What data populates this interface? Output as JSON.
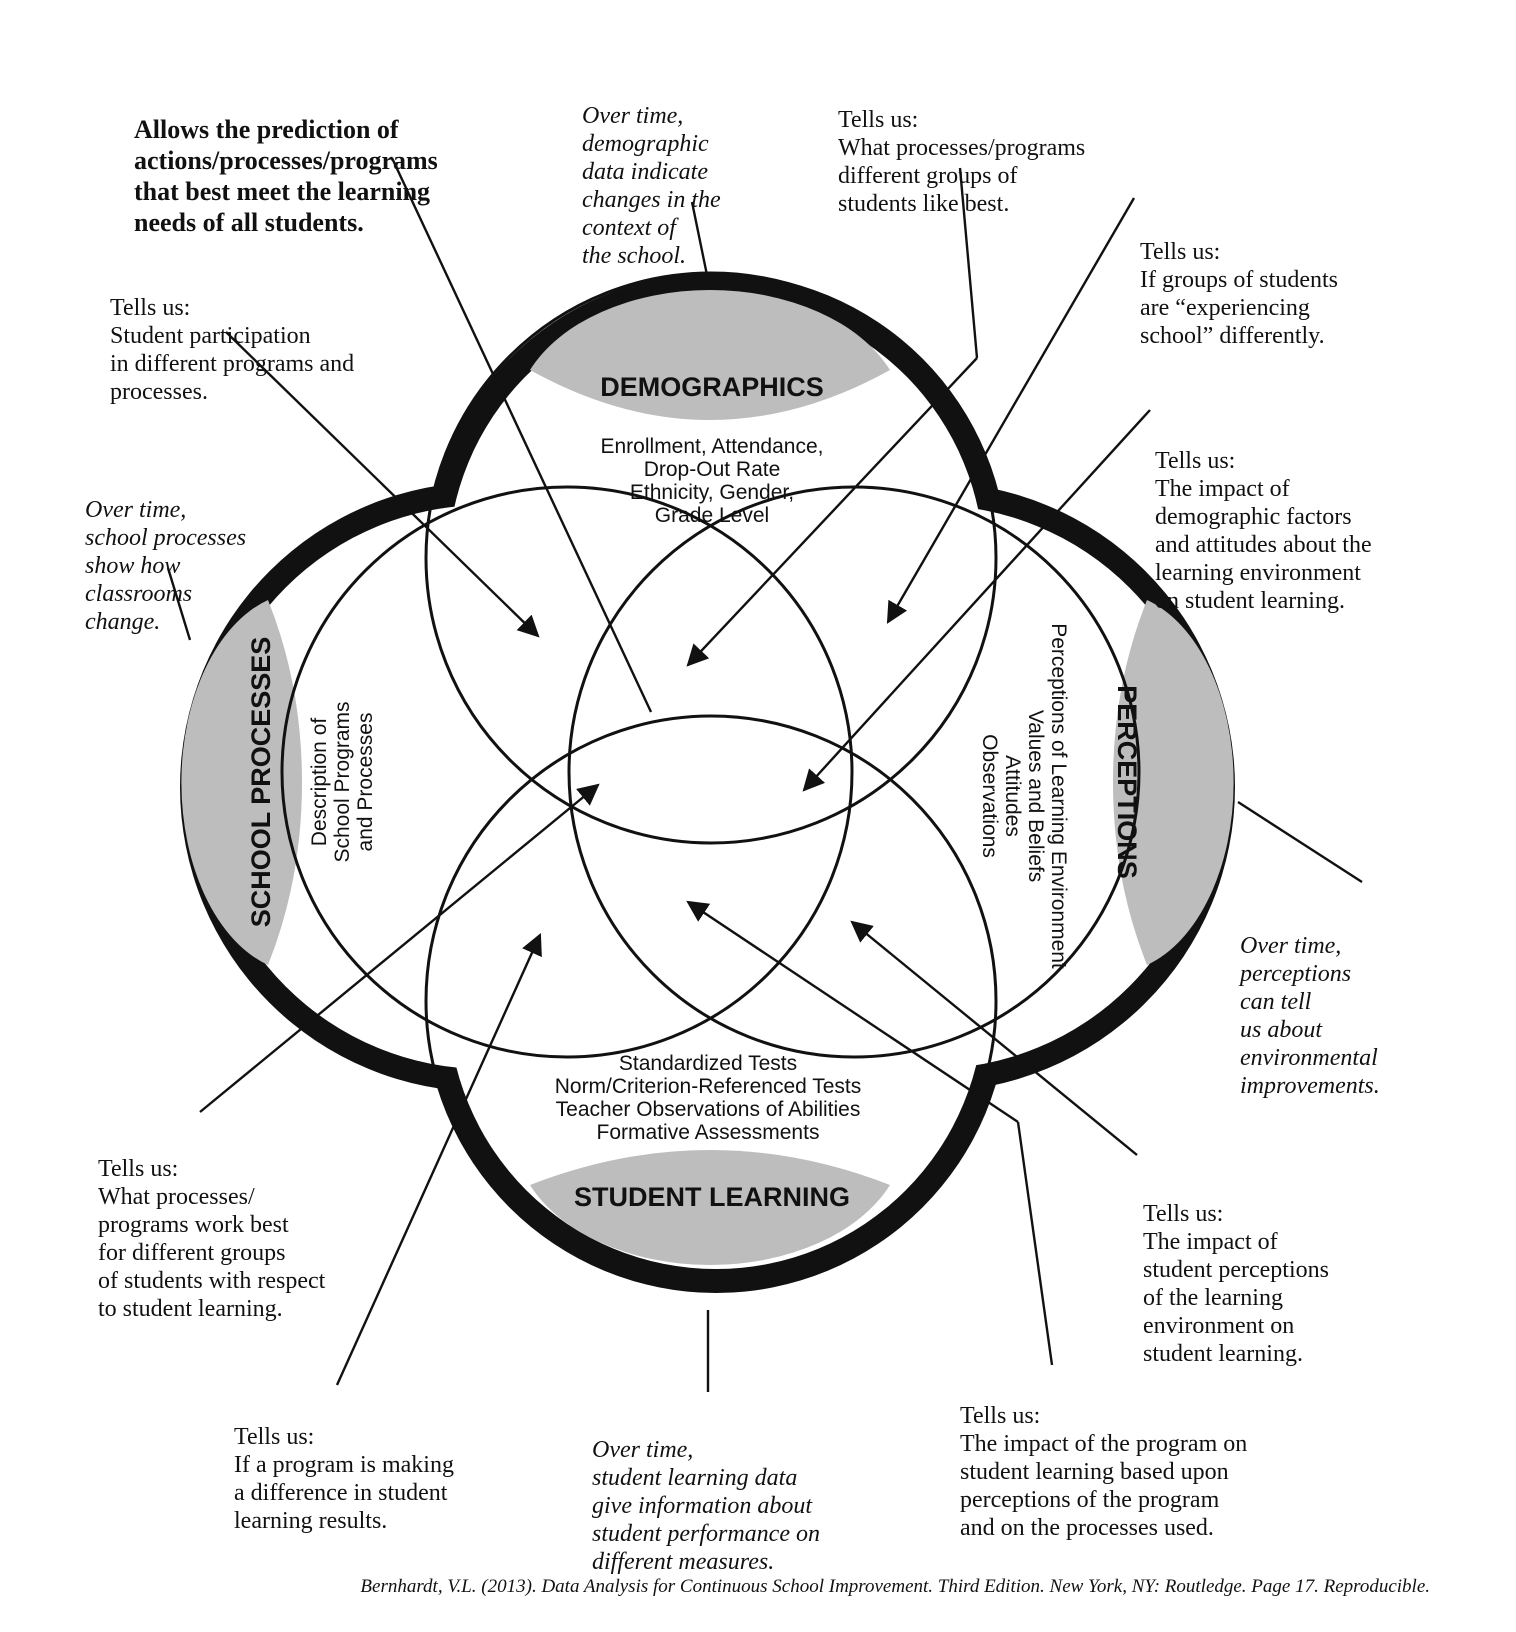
{
  "circles": {
    "demographics": {
      "title": "DEMOGRAPHICS",
      "items": [
        "Enrollment, Attendance,",
        "Drop-Out Rate",
        "Ethnicity, Gender,",
        "Grade Level"
      ]
    },
    "perceptions": {
      "title": "PERCEPTIONS",
      "items": [
        "Perceptions of Learning Environment",
        "Values and Beliefs",
        "Attitudes",
        "Observations"
      ]
    },
    "school_processes": {
      "title": "SCHOOL PROCESSES",
      "items": [
        "Description of",
        "School Programs",
        "and Processes"
      ]
    },
    "student_learning": {
      "title": "STUDENT LEARNING",
      "items": [
        "Standardized Tests",
        "Norm/Criterion-Referenced Tests",
        "Teacher Observations of Abilities",
        "Formative Assessments"
      ]
    }
  },
  "notes": {
    "prediction": [
      "Allows the prediction of",
      "actions/processes/programs",
      "that best meet the learning",
      "needs of all students."
    ],
    "demographics_over_time": [
      "Over time,",
      "demographic",
      "data indicate",
      "changes in the",
      "context of",
      "the school."
    ],
    "processes_groups_like": [
      "Tells us:",
      "What processes/programs",
      "different groups of",
      "students like best."
    ],
    "experiencing_school": [
      "Tells us:",
      "If groups of students",
      "are “experiencing",
      "school” differently."
    ],
    "participation": [
      "Tells us:",
      "Student participation",
      "in different programs and",
      "processes."
    ],
    "demographic_impact": [
      "Tells us:",
      "The impact of",
      "demographic factors",
      "and attitudes about the",
      "learning environment",
      "on student learning."
    ],
    "processes_over_time": [
      "Over time,",
      "school processes",
      "show how",
      "classrooms",
      "change."
    ],
    "perceptions_over_time": [
      "Over time,",
      "perceptions",
      "can tell",
      "us about",
      "environmental",
      "improvements."
    ],
    "work_best": [
      "Tells us:",
      "What processes/",
      "programs work best",
      "for different groups",
      "of students with respect",
      "to student learning."
    ],
    "perception_impact": [
      "Tells us:",
      "The impact of",
      "student perceptions",
      "of the learning",
      "environment on",
      "student learning."
    ],
    "program_difference": [
      "Tells us:",
      "If a program is making",
      "a difference in student",
      "learning results."
    ],
    "learning_over_time": [
      "Over time,",
      "student learning data",
      "give information about",
      "student performance on",
      "different measures."
    ],
    "program_impact": [
      "Tells us:",
      "The impact of the program on",
      "student learning based upon",
      "perceptions of the program",
      "and on the processes used."
    ]
  },
  "citation": "Bernhardt, V.L. (2013). Data Analysis for Continuous School  Improvement. Third Edition. New York, NY: Routledge. Page 17. Reproducible."
}
